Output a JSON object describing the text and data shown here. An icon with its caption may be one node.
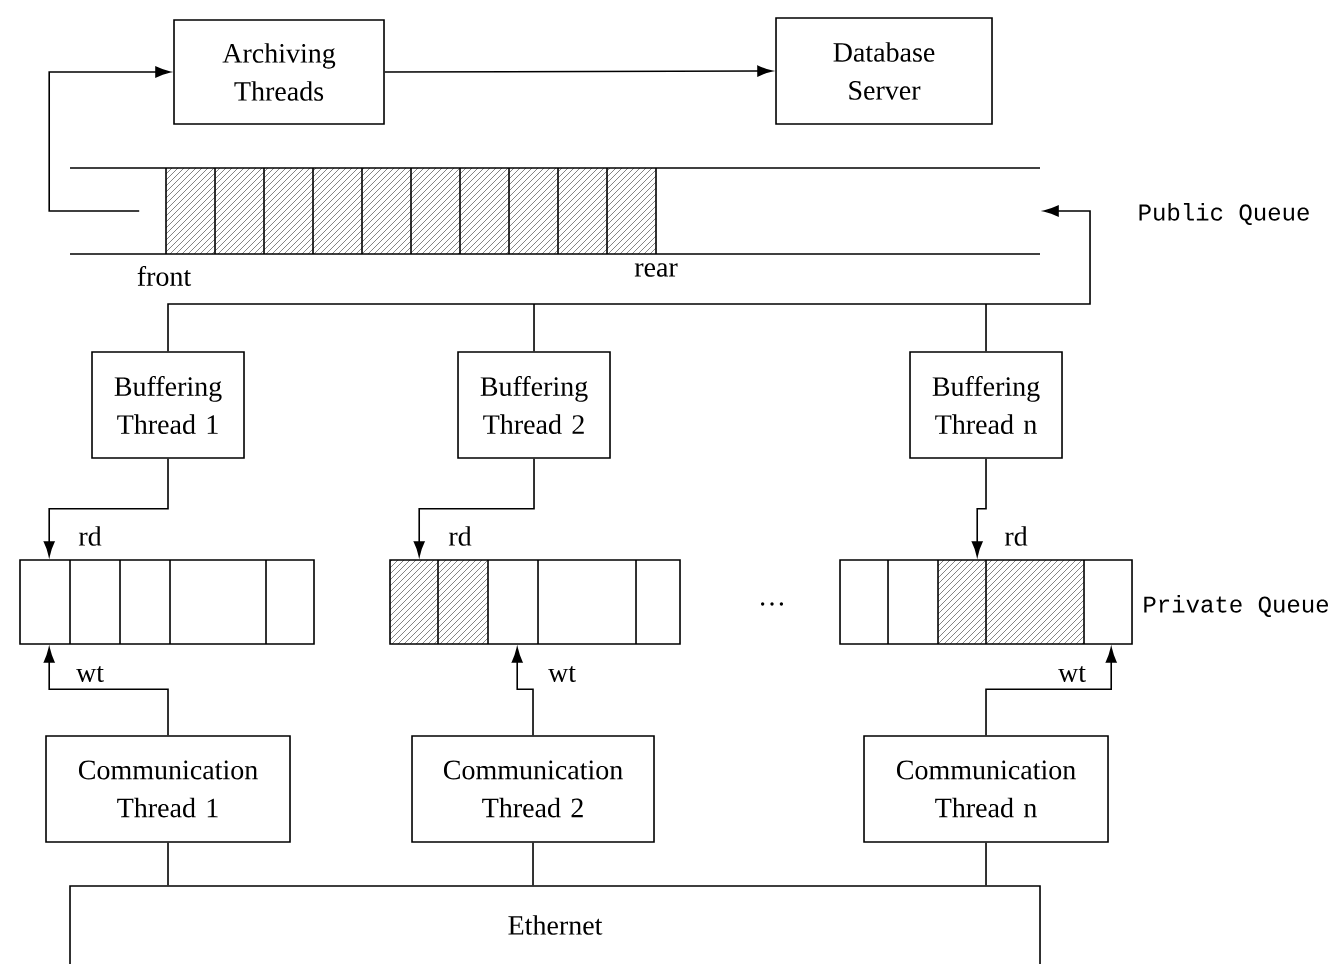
{
  "diagram": {
    "nodes": [
      {
        "text": [
          "Archiving Threads"
        ]
      },
      {
        "text": [
          "Database Server"
        ]
      },
      {
        "text": [],
        "shape": "bar"
      },
      {
        "text": [
          "Buffering Thread 1"
        ]
      },
      {
        "text": [
          "Buffering Thread 2"
        ]
      },
      {
        "text": [
          "Buffering Thread n"
        ]
      },
      {
        "text": [],
        "shape": "bar"
      },
      {
        "text": [],
        "shape": "bar"
      },
      {
        "text": [],
        "shape": "bar",
        "beside": [
          "Private Queue"
        ]
      },
      {
        "text": [
          "Communication Thread 1"
        ]
      },
      {
        "text": [
          "Communication Thread 2"
        ]
      },
      {
        "text": [
          "Communication Thread  n"
        ]
      },
      {
        "text": [
          "Ethernet"
        ]
      }
    ],
    "edges": [
      {
        "from": 2,
        "to": 0,
        "arrow": "to"
      },
      {
        "from": 0,
        "to": 1,
        "arrow": "to"
      },
      {
        "from": 3,
        "to": 2,
        "arrow": "to"
      },
      {
        "from": 4,
        "to": 2,
        "arrow": "to"
      },
      {
        "from": 5,
        "to": 2,
        "arrow": "to"
      },
      {
        "from": 3,
        "to": 6,
        "arrow": "to",
        "label": "rd"
      },
      {
        "from": 4,
        "to": 7,
        "arrow": "to",
        "label": "rd"
      },
      {
        "from": 5,
        "to": 8,
        "arrow": "to",
        "label": "rd"
      },
      {
        "from": 9,
        "to": 6,
        "arrow": "to",
        "label": "wt"
      },
      {
        "from": 10,
        "to": 7,
        "arrow": "to",
        "label": "wt"
      },
      {
        "from": 11,
        "to": 8,
        "arrow": "to",
        "label": "wt"
      },
      {
        "from": 9,
        "to": 12,
        "arrow": "none"
      },
      {
        "from": 10,
        "to": 12,
        "arrow": "none"
      },
      {
        "from": 11,
        "to": 12,
        "arrow": "none"
      }
    ],
    "labels": [
      "Public Queue",
      "front",
      "rear",
      "…"
    ]
  }
}
